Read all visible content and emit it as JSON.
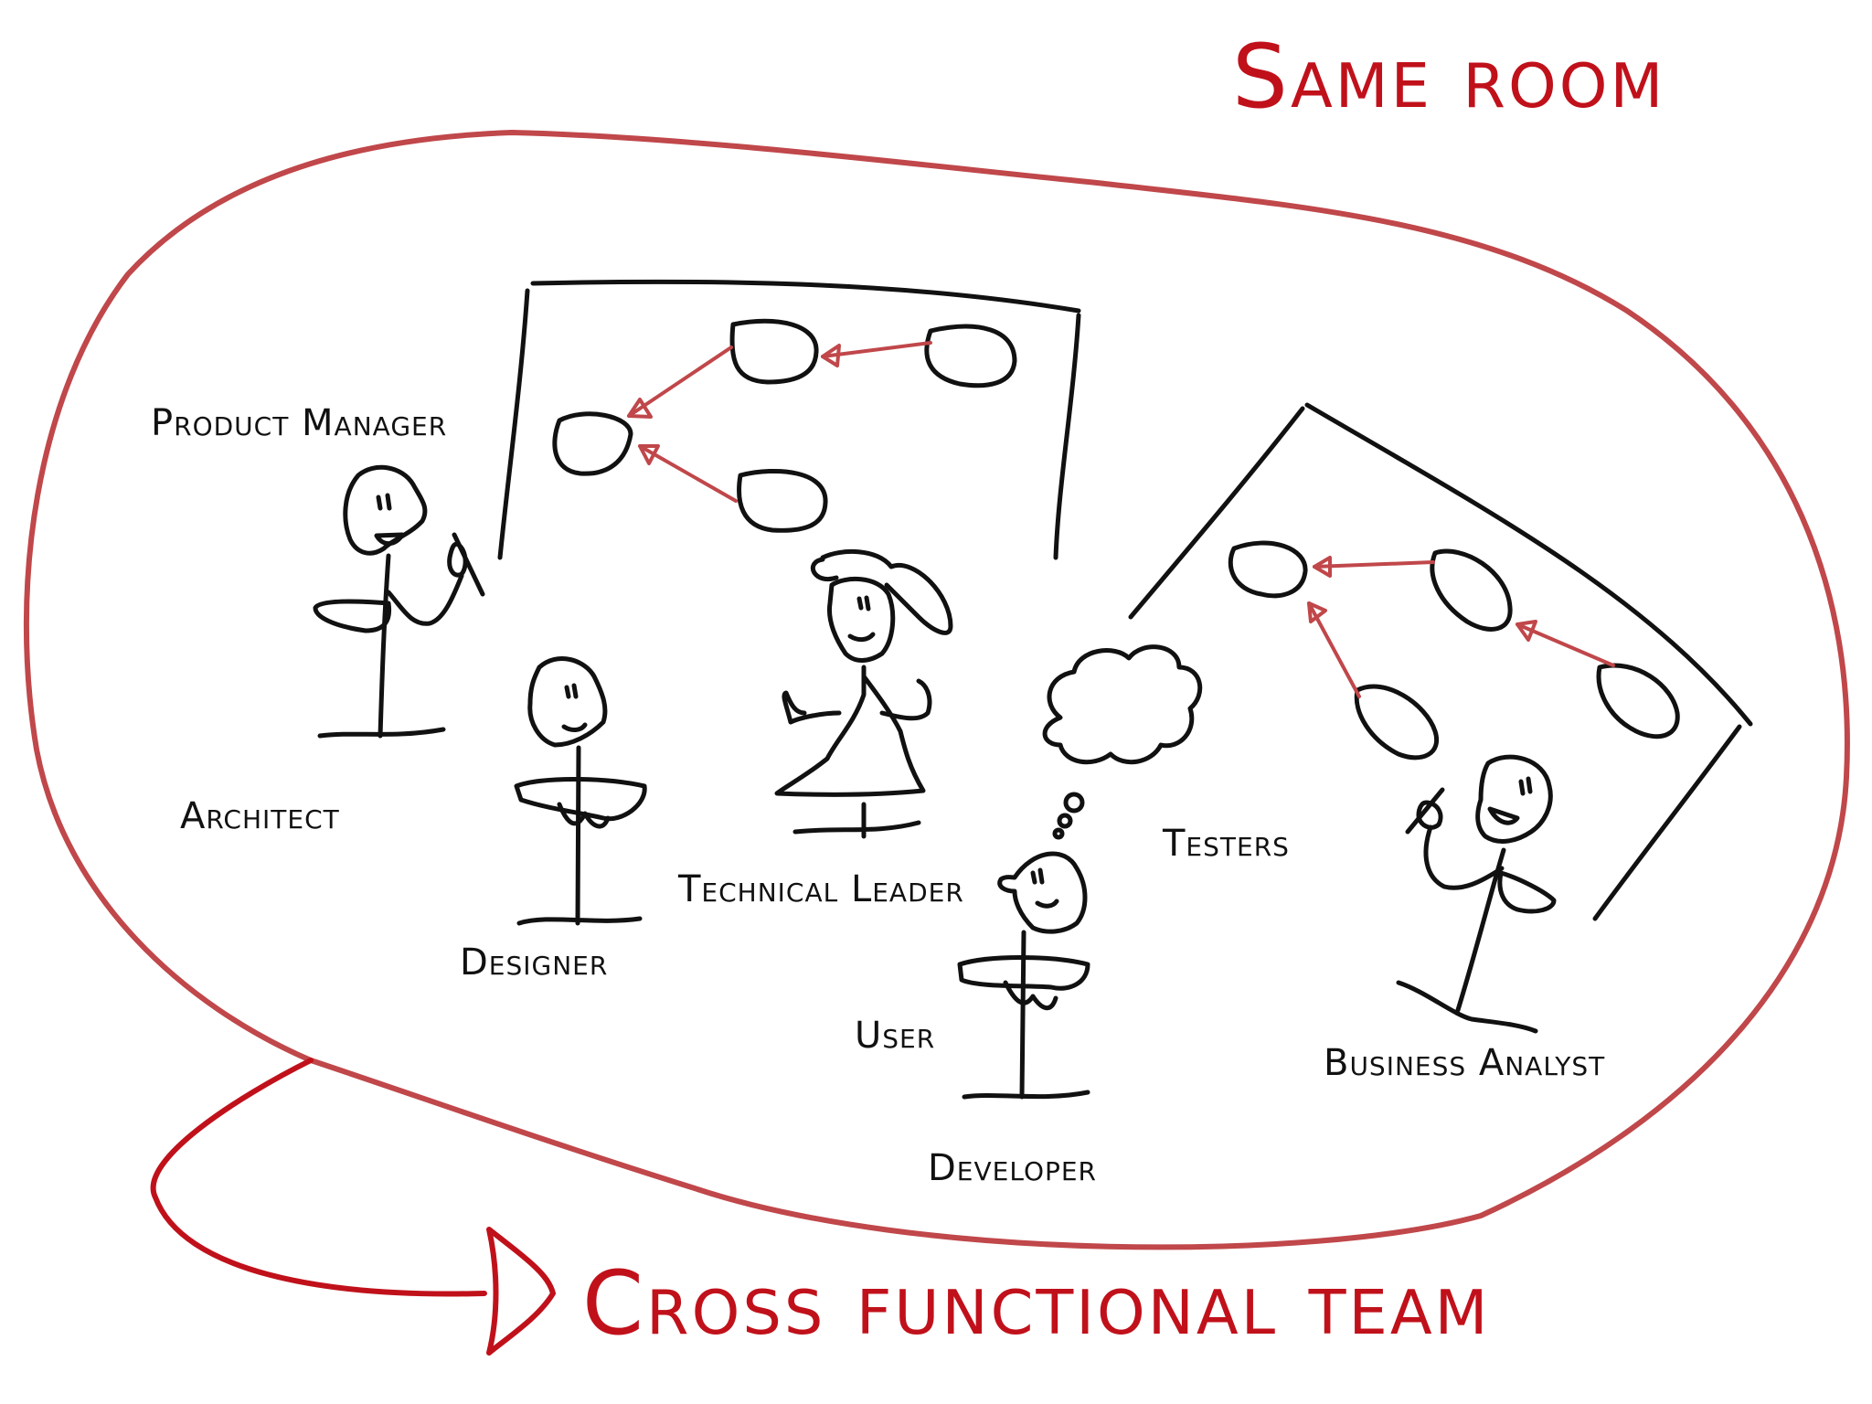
{
  "titles": {
    "same_room": "Same room",
    "cross_functional": "Cross functional team"
  },
  "roles": {
    "product_manager": "Product Manager",
    "architect": "Architect",
    "designer": "Designer",
    "technical_leader": "Technical Leader",
    "user": "User",
    "developer": "Developer",
    "testers": "Testers",
    "business_analyst": "Business Analyst"
  },
  "colors": {
    "accent_red": "#c0111b",
    "outline_red": "#c0474a",
    "ink": "#111111"
  }
}
